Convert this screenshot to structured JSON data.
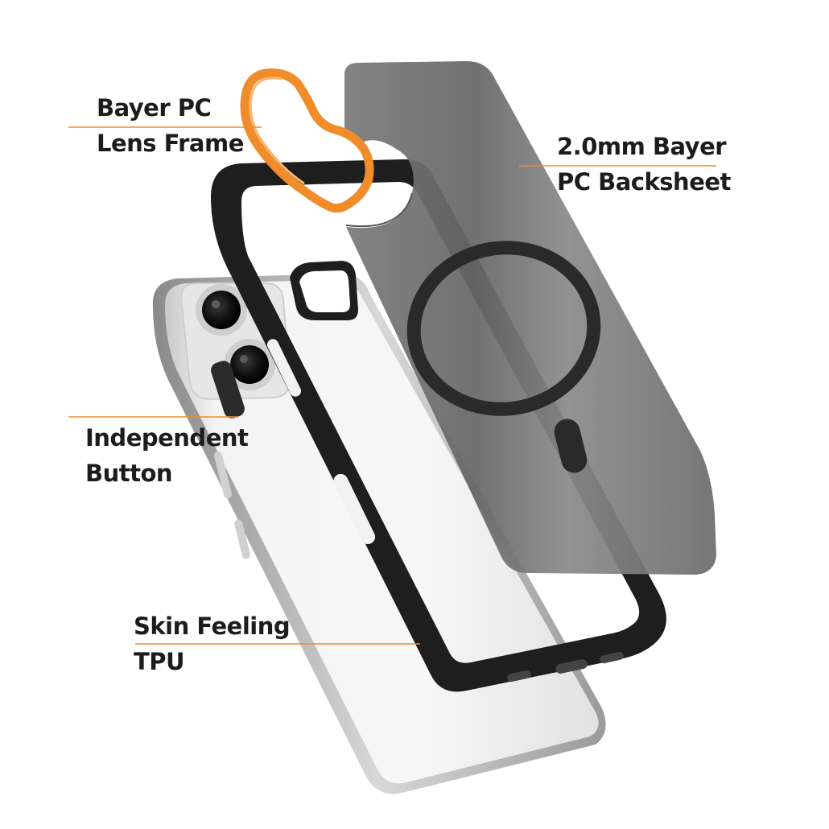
{
  "callouts": {
    "lens_frame": {
      "line1": "Bayer PC",
      "line2": "Lens Frame"
    },
    "backsheet": {
      "line1": "2.0mm Bayer",
      "line2": "PC Backsheet"
    },
    "button": {
      "line1": "Independent",
      "line2": "Button"
    },
    "tpu": {
      "line1": "Skin Feeling",
      "line2": "TPU"
    }
  },
  "colors": {
    "accent": "#f08c2a",
    "frame": "#1e1e1e",
    "backsheet": "#6f6f6f",
    "magsafe_ring": "#2a2a2a",
    "phone_body": "#efefef",
    "text": "#1c1c1c"
  },
  "icons": {
    "magsafe": "magsafe-ring-icon",
    "camera": "camera-lens-icon"
  }
}
